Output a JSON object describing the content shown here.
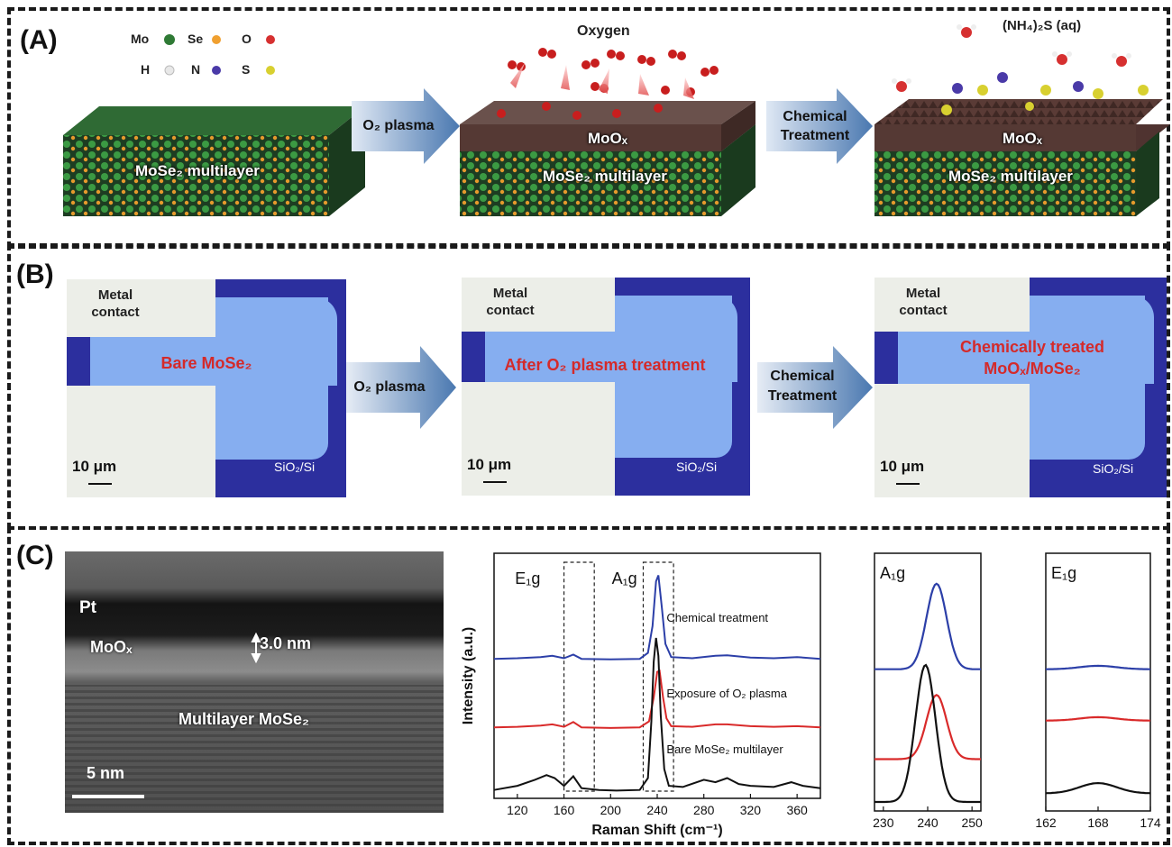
{
  "panel_a": {
    "letter": "(A)",
    "legend": [
      {
        "symbol": "Mo",
        "color": "#2f7a35"
      },
      {
        "symbol": "Se",
        "color": "#f0a030"
      },
      {
        "symbol": "O",
        "color": "#d63030"
      },
      {
        "symbol": "H",
        "color": "#e8e8e8"
      },
      {
        "symbol": "N",
        "color": "#4a3aa8"
      },
      {
        "symbol": "S",
        "color": "#d8d030"
      }
    ],
    "oxygen_label": "Oxygen",
    "solution_label": "(NH₄)₂S (aq)",
    "arrow1_label": "O₂ plasma",
    "arrow2_label_line1": "Chemical",
    "arrow2_label_line2": "Treatment",
    "stack1_label": "MoSe₂ multilayer",
    "stack2_top_label": "MoOₓ",
    "stack2_label": "MoSe₂ multilayer",
    "stack3_top_label": "MoOₓ",
    "stack3_label": "MoSe₂ multilayer"
  },
  "panel_b": {
    "letter": "(B)",
    "metal_label": "Metal contact",
    "substrate_label": "SiO₂/Si",
    "scale_label": "10 μm",
    "image1_label": "Bare MoSe₂",
    "image2_label": "After O₂ plasma treatment",
    "image3_label_line1": "Chemically treated",
    "image3_label_line2": "MoOₓ/MoSe₂",
    "arrow1_label": "O₂ plasma",
    "arrow2_label_line1": "Chemical",
    "arrow2_label_line2": "Treatment"
  },
  "panel_c": {
    "letter": "(C)",
    "tem": {
      "pt_label": "Pt",
      "moox_label": "MoOₓ",
      "thickness_label": "3.0 nm",
      "mose2_label": "Multilayer MoSe₂",
      "scale_label": "5 nm"
    },
    "colors": {
      "chemical": "#2c3fa8",
      "plasma": "#d92a2a",
      "bare": "#111111"
    }
  },
  "chart_data": [
    {
      "type": "line",
      "xlabel": "Raman Shift (cm⁻¹)",
      "ylabel": "Intensity (a.u.)",
      "xlim": [
        100,
        380
      ],
      "x_ticks": [
        120,
        160,
        200,
        240,
        280,
        320,
        360
      ],
      "peak_labels": [
        "E₁g",
        "A₁g"
      ],
      "highlight_ranges": [
        [
          160,
          186
        ],
        [
          228,
          254
        ]
      ],
      "series": [
        {
          "name": "Chemical treatment",
          "offset": 2.2,
          "points": [
            [
              100,
              0.05
            ],
            [
              120,
              0.06
            ],
            [
              140,
              0.08
            ],
            [
              150,
              0.1
            ],
            [
              160,
              0.06
            ],
            [
              168,
              0.12
            ],
            [
              175,
              0.05
            ],
            [
              200,
              0.04
            ],
            [
              225,
              0.05
            ],
            [
              232,
              0.15
            ],
            [
              236,
              0.6
            ],
            [
              239,
              1.35
            ],
            [
              241,
              1.45
            ],
            [
              244,
              0.9
            ],
            [
              247,
              0.3
            ],
            [
              252,
              0.08
            ],
            [
              270,
              0.06
            ],
            [
              290,
              0.1
            ],
            [
              300,
              0.11
            ],
            [
              320,
              0.07
            ],
            [
              340,
              0.06
            ],
            [
              360,
              0.08
            ],
            [
              380,
              0.05
            ]
          ]
        },
        {
          "name": "Exposure of O₂ plasma",
          "offset": 1.05,
          "points": [
            [
              100,
              0.05
            ],
            [
              120,
              0.06
            ],
            [
              140,
              0.08
            ],
            [
              150,
              0.1
            ],
            [
              160,
              0.06
            ],
            [
              168,
              0.14
            ],
            [
              175,
              0.05
            ],
            [
              200,
              0.04
            ],
            [
              225,
              0.05
            ],
            [
              233,
              0.15
            ],
            [
              237,
              0.55
            ],
            [
              240,
              0.98
            ],
            [
              242,
              1.0
            ],
            [
              245,
              0.55
            ],
            [
              248,
              0.2
            ],
            [
              252,
              0.07
            ],
            [
              270,
              0.06
            ],
            [
              290,
              0.1
            ],
            [
              300,
              0.1
            ],
            [
              320,
              0.07
            ],
            [
              340,
              0.06
            ],
            [
              360,
              0.07
            ],
            [
              380,
              0.05
            ]
          ]
        },
        {
          "name": "Bare MoSe₂ multilayer",
          "offset": 0.0,
          "points": [
            [
              100,
              0.05
            ],
            [
              120,
              0.12
            ],
            [
              135,
              0.22
            ],
            [
              145,
              0.3
            ],
            [
              152,
              0.25
            ],
            [
              160,
              0.12
            ],
            [
              168,
              0.28
            ],
            [
              175,
              0.08
            ],
            [
              190,
              0.05
            ],
            [
              205,
              0.04
            ],
            [
              225,
              0.05
            ],
            [
              232,
              0.25
            ],
            [
              235,
              1.2
            ],
            [
              237,
              2.2
            ],
            [
              239,
              2.6
            ],
            [
              241,
              2.3
            ],
            [
              243,
              1.3
            ],
            [
              246,
              0.4
            ],
            [
              250,
              0.12
            ],
            [
              262,
              0.1
            ],
            [
              280,
              0.22
            ],
            [
              290,
              0.18
            ],
            [
              300,
              0.25
            ],
            [
              310,
              0.15
            ],
            [
              320,
              0.12
            ],
            [
              340,
              0.1
            ],
            [
              355,
              0.18
            ],
            [
              365,
              0.12
            ],
            [
              380,
              0.08
            ]
          ]
        }
      ]
    },
    {
      "type": "line",
      "title": "A₁g",
      "xlim": [
        228,
        252
      ],
      "x_ticks": [
        230,
        240,
        250
      ],
      "series": [
        {
          "name": "Chemical treatment",
          "center": 242,
          "height": 1.0,
          "offset": 1.55
        },
        {
          "name": "Exposure of O₂ plasma",
          "center": 242,
          "height": 0.75,
          "offset": 0.5
        },
        {
          "name": "Bare MoSe₂ multilayer",
          "center": 239.5,
          "height": 1.6,
          "offset": 0.0
        }
      ]
    },
    {
      "type": "line",
      "title": "E₁g",
      "xlim": [
        162,
        174
      ],
      "x_ticks": [
        162,
        168,
        174
      ],
      "series": [
        {
          "name": "Chemical treatment",
          "center": 168,
          "height": 0.04,
          "offset": 1.55
        },
        {
          "name": "Exposure of O₂ plasma",
          "center": 168,
          "height": 0.04,
          "offset": 0.95
        },
        {
          "name": "Bare MoSe₂ multilayer",
          "center": 168,
          "height": 0.12,
          "offset": 0.1
        }
      ]
    }
  ]
}
